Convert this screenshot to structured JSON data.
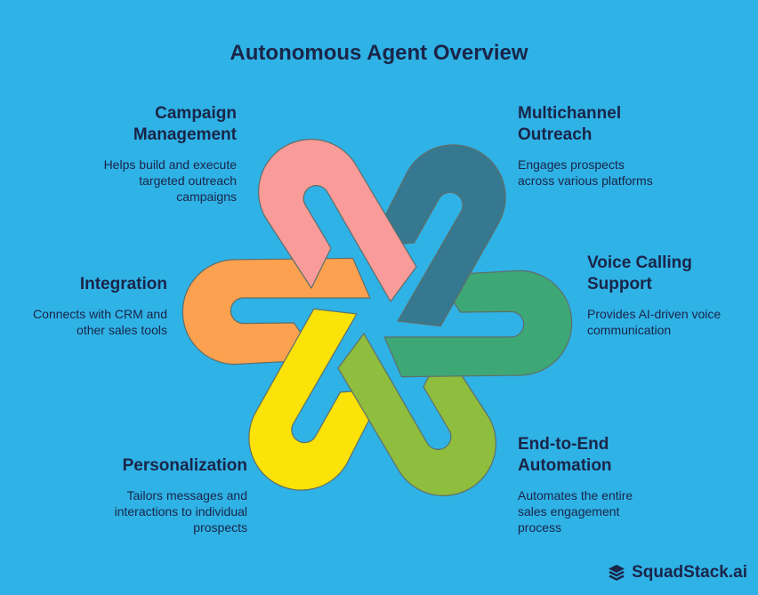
{
  "title": "Autonomous Agent Overview",
  "items": [
    {
      "heading": "Campaign\nManagement",
      "description": "Helps build and execute\ntargeted outreach\ncampaigns",
      "color": "#f99b98"
    },
    {
      "heading": "Multichannel\nOutreach",
      "description": "Engages prospects\nacross various platforms",
      "color": "#35788f"
    },
    {
      "heading": "Voice Calling\nSupport",
      "description": "Provides AI-driven voice\ncommunication",
      "color": "#3da876"
    },
    {
      "heading": "End-to-End\nAutomation",
      "description": "Automates the entire\nsales engagement\nprocess",
      "color": "#8fbd3e"
    },
    {
      "heading": "Personalization",
      "description": "Tailors messages and\ninteractions to individual\nprospects",
      "color": "#fbe208"
    },
    {
      "heading": "Integration",
      "description": "Connects with CRM and\nother sales tools",
      "color": "#fba14f"
    }
  ],
  "brand": {
    "name": "SquadStack.ai",
    "icon": "stack-layers-icon"
  }
}
